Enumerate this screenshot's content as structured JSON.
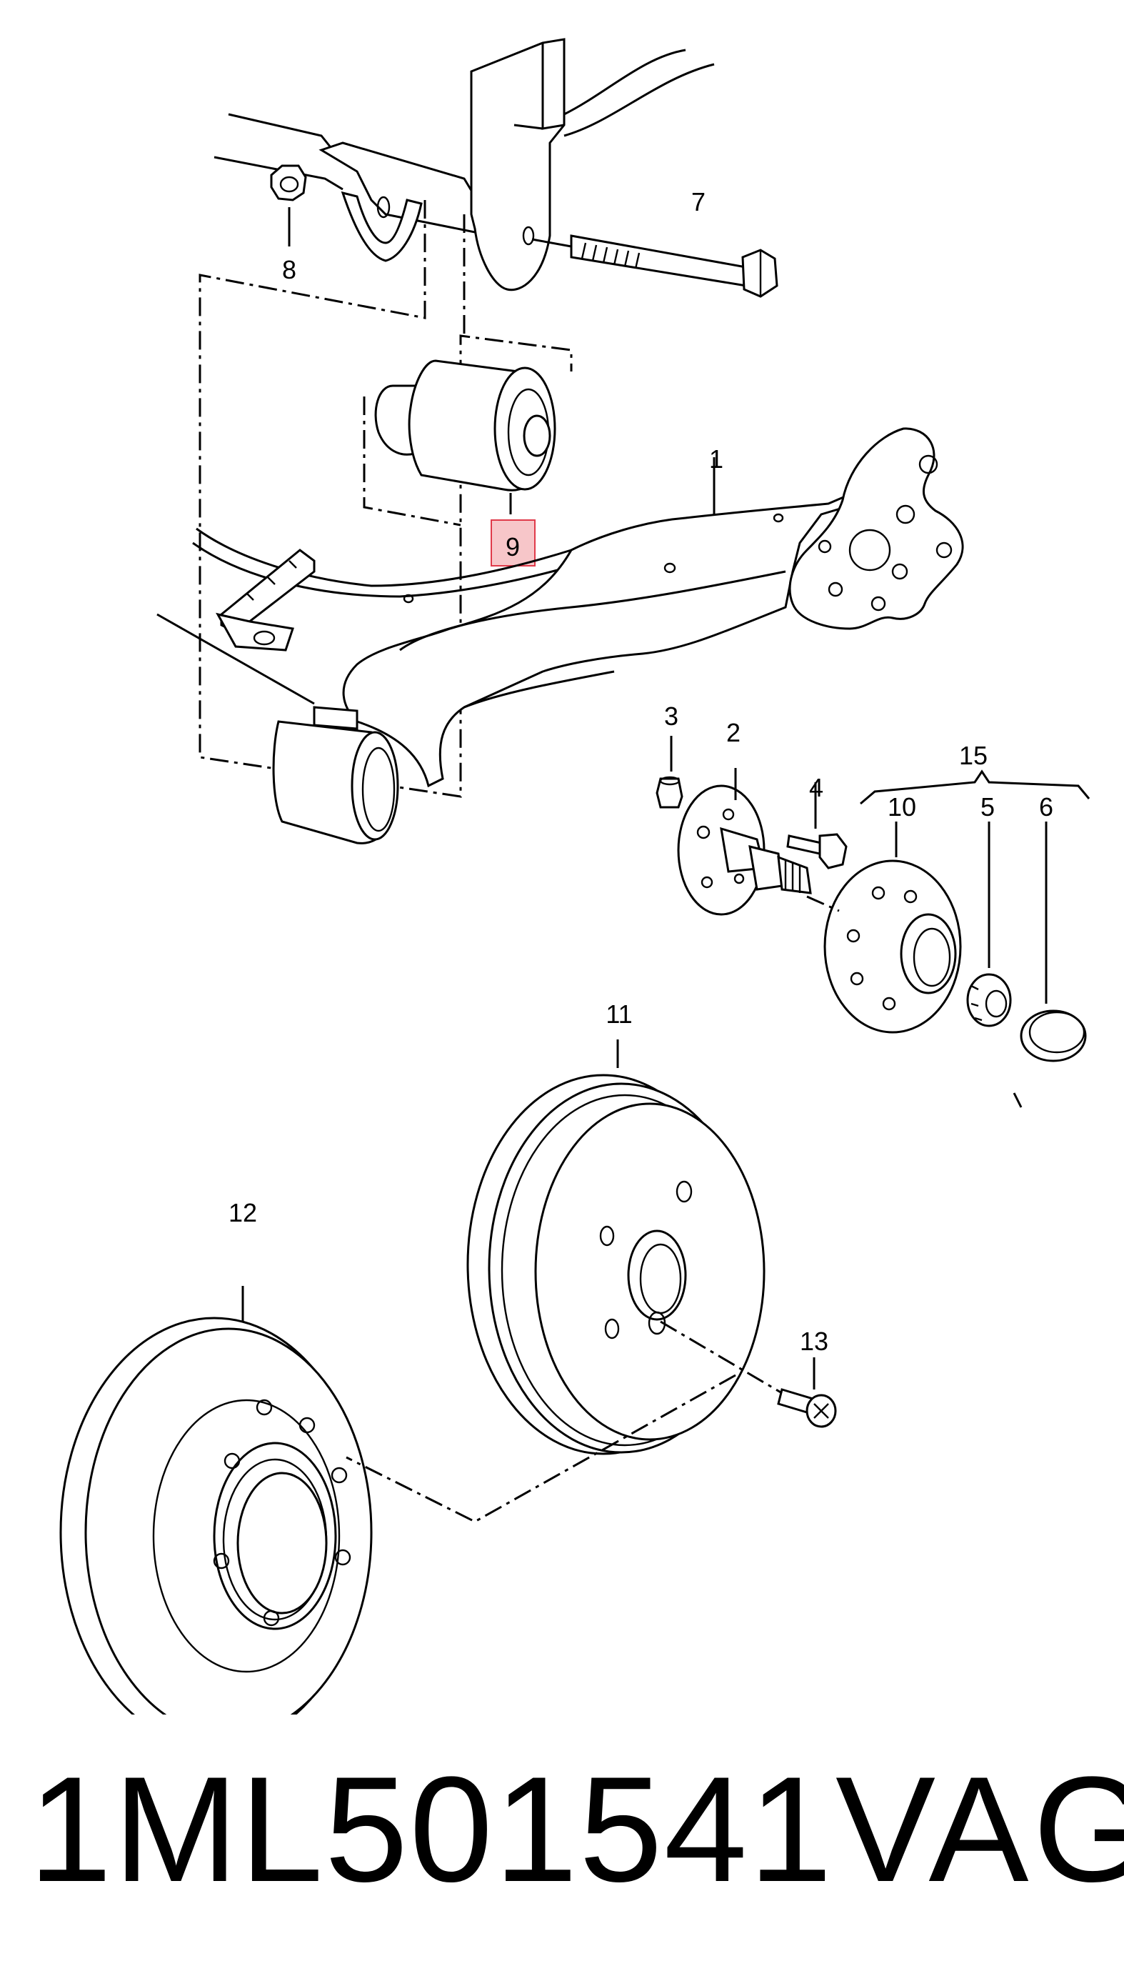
{
  "diagram": {
    "highlight_color": "#e03a4a",
    "highlight_fill": "#f7c6c9",
    "parts": [
      {
        "id": "p1",
        "number": "1"
      },
      {
        "id": "p2",
        "number": "2"
      },
      {
        "id": "p3",
        "number": "3"
      },
      {
        "id": "p4",
        "number": "4"
      },
      {
        "id": "p5",
        "number": "5"
      },
      {
        "id": "p6",
        "number": "6"
      },
      {
        "id": "p7",
        "number": "7"
      },
      {
        "id": "p8",
        "number": "8"
      },
      {
        "id": "p9",
        "number": "9",
        "highlighted": true
      },
      {
        "id": "p10",
        "number": "10"
      },
      {
        "id": "p11",
        "number": "11"
      },
      {
        "id": "p12",
        "number": "12"
      },
      {
        "id": "p13",
        "number": "13"
      },
      {
        "id": "p15",
        "number": "15"
      }
    ]
  },
  "caption": {
    "part_number": "1ML501541",
    "brand": "VAG"
  }
}
